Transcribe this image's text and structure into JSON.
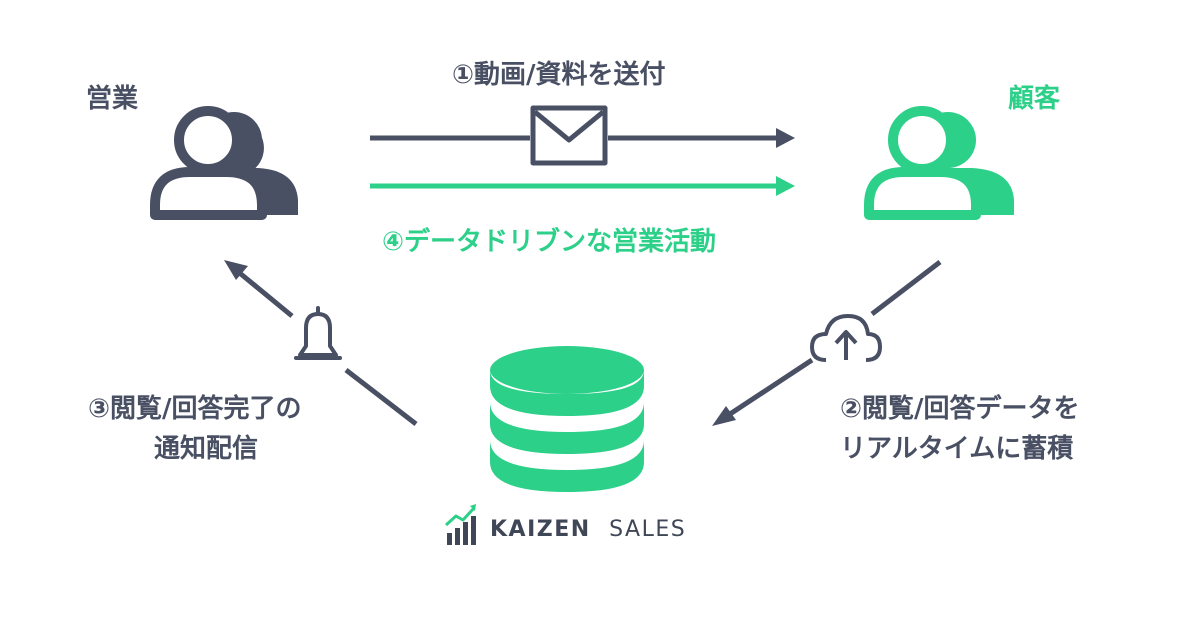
{
  "actors": {
    "sales_label": "営業",
    "customer_label": "顧客"
  },
  "steps": {
    "step1": "①動画/資料を送付",
    "step2_line1": "②閲覧/回答データを",
    "step2_line2": "リアルタイムに蓄積",
    "step3_line1": "③閲覧/回答完了の",
    "step3_line2": "通知配信",
    "step4": "④データドリブンな営業活動"
  },
  "logo": {
    "brand_bold": "KAIZEN",
    "brand_light": "SALES"
  },
  "colors": {
    "dark": "#4a5064",
    "green": "#2dd089"
  },
  "icons": [
    "user-icon",
    "mail-icon",
    "bell-icon",
    "cloud-upload-icon",
    "database-icon",
    "chart-growth-icon"
  ]
}
